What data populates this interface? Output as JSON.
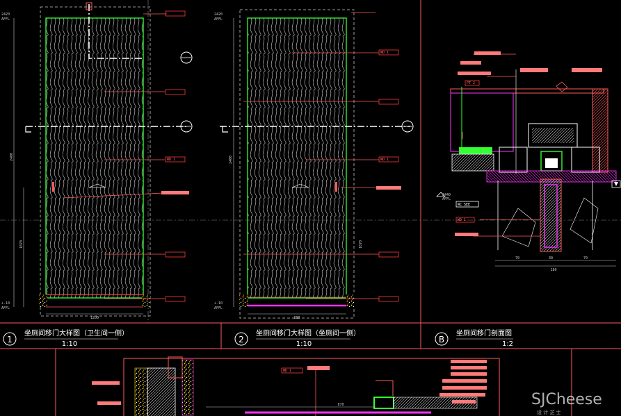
{
  "drawing": {
    "panels": [
      {
        "number": "1",
        "title": "坐厕间移门大样图（卫生间一侧）",
        "scale": "1:10"
      },
      {
        "number": "2",
        "title": "坐厕间移门大样图（坐厕间一侧）",
        "scale": "1:10"
      },
      {
        "number": "B",
        "title": "坐厕间移门剖面图",
        "scale": "1:2"
      }
    ],
    "tags": {
      "wd1": "WD 1",
      "pt2": "PT 2",
      "wcsee": "WC SEE"
    },
    "levels": {
      "top": "2420",
      "top_sub": "AFFL",
      "floor": "+-10",
      "floor_sub": "AFFL",
      "sec_level": "2440",
      "sec_sub": "AFFL"
    },
    "dims": {
      "height": "2400",
      "lower": "1070",
      "width": "880",
      "width_total": "1200",
      "sec_w1": "70",
      "sec_w2": "30",
      "sec_w3": "70",
      "sec_total": "180",
      "bottom_dim": "870"
    },
    "watermark": {
      "brand": "SJCheese",
      "sub": "设 计 芝 士"
    },
    "colors": {
      "background": "#000000",
      "frame": "#ff5a5a",
      "door_frame": "#33ff33",
      "wave": "#b8b8b8",
      "label_box": "#ff3a3a",
      "magenta": "#ff33ff",
      "dashed": "#b0b0b0",
      "yellow": "#ffd700"
    }
  }
}
